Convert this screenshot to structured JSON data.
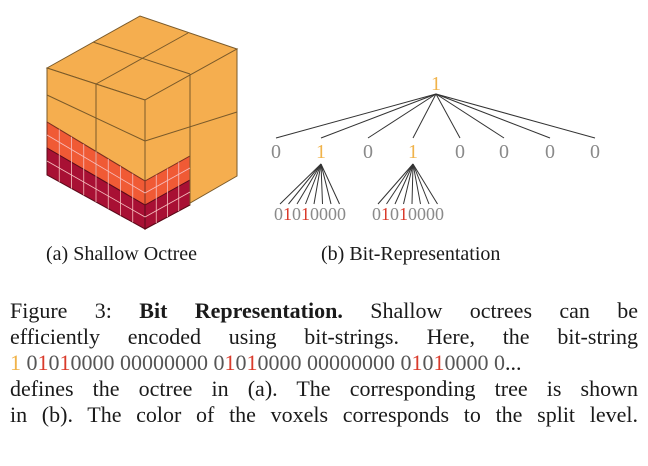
{
  "panel_a": {
    "label": "(a) Shallow Octree"
  },
  "panel_b": {
    "label": "(b) Bit-Representation",
    "root": "1",
    "level1": [
      "0",
      "1",
      "0",
      "1",
      "0",
      "0",
      "0",
      "0"
    ],
    "leaf_string_1": "01010000",
    "leaf_string_2": "01010000"
  },
  "colors": {
    "level1_voxel": "#f5ae4f",
    "level2_voxel": "#f05a35",
    "level3_voxel": "#a81034",
    "bit_one_level1": "#f0b34a",
    "bit_one_level2": "#d93a2b",
    "bit_zero": "#8a8a8a"
  },
  "caption": {
    "prefix": "Figure 3:",
    "title": "Bit Representation.",
    "line1_rest": "Shallow octrees can be",
    "line2": "efficiently encoded using bit-strings. Here, the bit-string",
    "bitstring_root": "1",
    "bitstring": "01010000 00000000 01010000 00000000 01010000 0...",
    "line4": "defines the octree in (a).  The corresponding tree is shown",
    "line5": "in (b). The color of the voxels corresponds to the split level."
  }
}
